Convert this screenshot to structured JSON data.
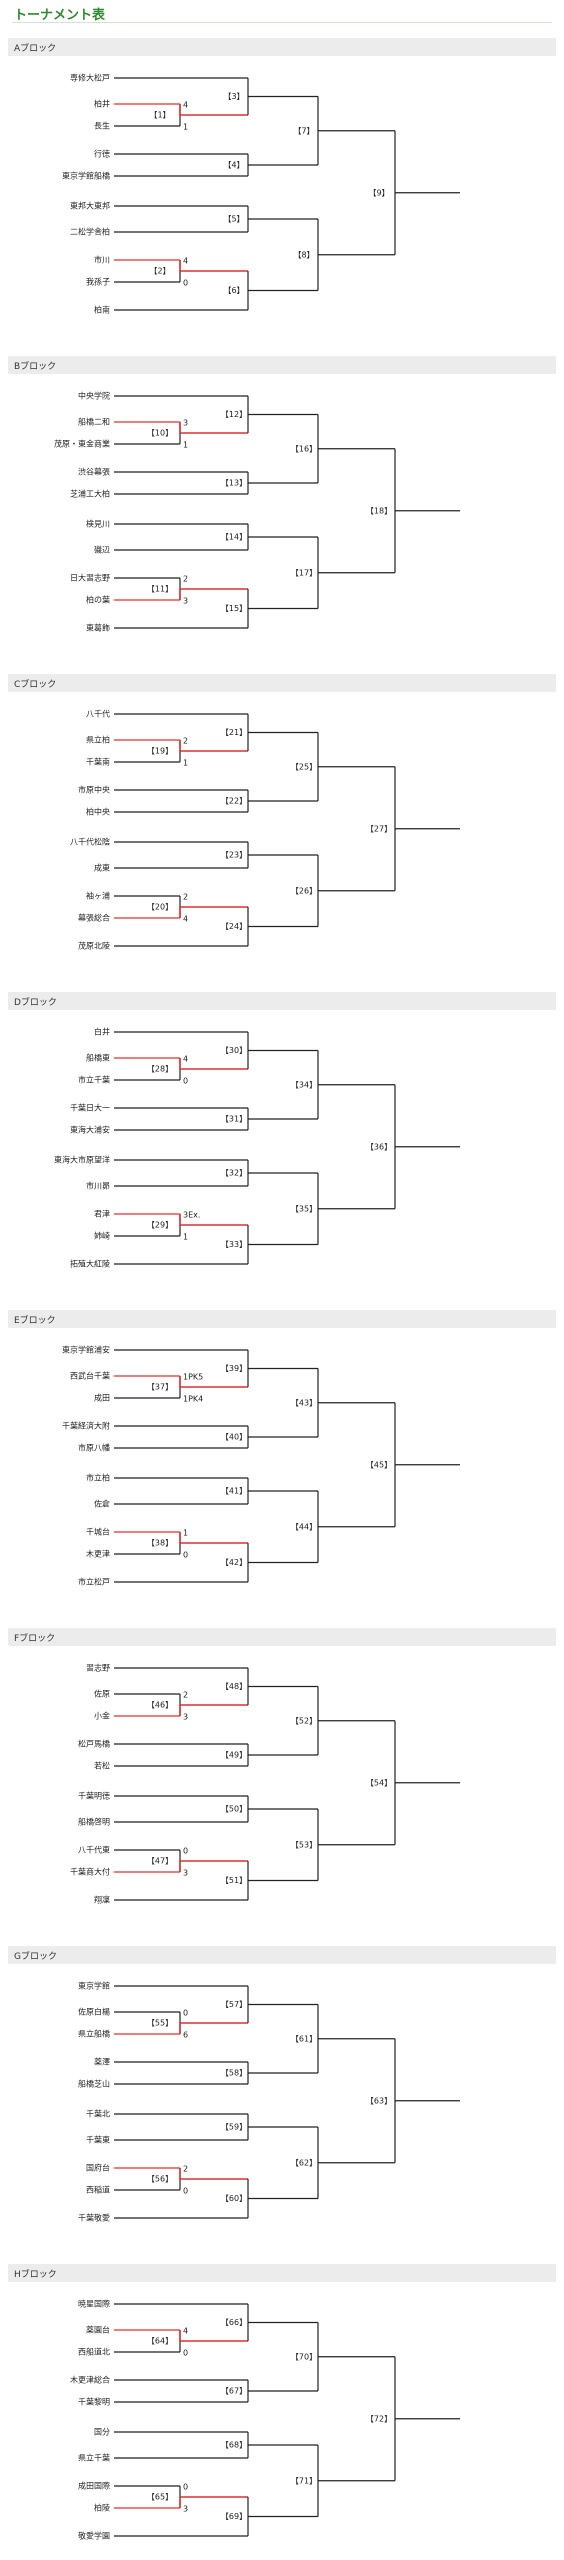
{
  "title": "トーナメント表",
  "blocks": [
    {
      "name": "Aブロック",
      "teams": [
        "専修大松戸",
        "柏井",
        "長生",
        "行徳",
        "東京学館船橋",
        "東邦大東邦",
        "二松学舎柏",
        "市川",
        "我孫子",
        "柏南"
      ],
      "labels": [
        "【1】",
        "【2】",
        "【3】",
        "【4】",
        "【5】",
        "【6】",
        "【7】",
        "【8】",
        "【9】"
      ],
      "scores": [
        {
          "match": "【1】",
          "upper": "4",
          "lower": "1"
        },
        {
          "match": "【2】",
          "upper": "4",
          "lower": "0"
        }
      ],
      "winners": [
        "柏井",
        "市川"
      ]
    },
    {
      "name": "Bブロック",
      "teams": [
        "中央学院",
        "船橋二和",
        "茂原・東金商業",
        "渋谷幕張",
        "芝浦工大柏",
        "検見川",
        "磯辺",
        "日大習志野",
        "柏の葉",
        "東葛飾"
      ],
      "labels": [
        "【10】",
        "【11】",
        "【12】",
        "【13】",
        "【14】",
        "【15】",
        "【16】",
        "【17】",
        "【18】"
      ],
      "scores": [
        {
          "match": "【10】",
          "upper": "3",
          "lower": "1"
        },
        {
          "match": "【11】",
          "upper": "2",
          "lower": "3"
        }
      ],
      "winners": [
        "船橋二和",
        "柏の葉"
      ]
    },
    {
      "name": "Cブロック",
      "teams": [
        "八千代",
        "県立柏",
        "千葉南",
        "市原中央",
        "柏中央",
        "八千代松陰",
        "成東",
        "袖ヶ浦",
        "幕張総合",
        "茂原北陵"
      ],
      "labels": [
        "【19】",
        "【20】",
        "【21】",
        "【22】",
        "【23】",
        "【24】",
        "【25】",
        "【26】",
        "【27】"
      ],
      "scores": [
        {
          "match": "【19】",
          "upper": "2",
          "lower": "1"
        },
        {
          "match": "【20】",
          "upper": "2",
          "lower": "4"
        }
      ],
      "winners": [
        "県立柏",
        "幕張総合"
      ]
    },
    {
      "name": "Dブロック",
      "teams": [
        "白井",
        "船橋東",
        "市立千葉",
        "千葉日大一",
        "東海大浦安",
        "東海大市原望洋",
        "市川昴",
        "君津",
        "姉崎",
        "拓殖大紅陵"
      ],
      "labels": [
        "【28】",
        "【29】",
        "【30】",
        "【31】",
        "【32】",
        "【33】",
        "【34】",
        "【35】",
        "【36】"
      ],
      "scores": [
        {
          "match": "【28】",
          "upper": "4",
          "lower": "0"
        },
        {
          "match": "【29】",
          "upper": "3Ex.",
          "lower": "1"
        }
      ],
      "winners": [
        "船橋東",
        "君津"
      ]
    },
    {
      "name": "Eブロック",
      "teams": [
        "東京学館浦安",
        "西武台千葉",
        "成田",
        "千葉経済大附",
        "市原八幡",
        "市立柏",
        "佐倉",
        "千城台",
        "木更津",
        "市立松戸"
      ],
      "labels": [
        "【37】",
        "【38】",
        "【39】",
        "【40】",
        "【41】",
        "【42】",
        "【43】",
        "【44】",
        "【45】"
      ],
      "scores": [
        {
          "match": "【37】",
          "upper": "1PK5",
          "lower": "1PK4"
        },
        {
          "match": "【38】",
          "upper": "1",
          "lower": "0"
        }
      ],
      "winners": [
        "西武台千葉",
        "千城台"
      ]
    },
    {
      "name": "Fブロック",
      "teams": [
        "習志野",
        "佐原",
        "小金",
        "松戸馬橋",
        "若松",
        "千葉明徳",
        "船橋啓明",
        "八千代東",
        "千葉商大付",
        "翔凜"
      ],
      "labels": [
        "【46】",
        "【47】",
        "【48】",
        "【49】",
        "【50】",
        "【51】",
        "【52】",
        "【53】",
        "【54】"
      ],
      "scores": [
        {
          "match": "【46】",
          "upper": "2",
          "lower": "3"
        },
        {
          "match": "【47】",
          "upper": "0",
          "lower": "3"
        }
      ],
      "winners": [
        "小金",
        "千葉商大付"
      ]
    },
    {
      "name": "Gブロック",
      "teams": [
        "東京学館",
        "佐原白楊",
        "県立船橋",
        "薬澤",
        "船橋芝山",
        "千葉北",
        "千葉東",
        "国府台",
        "西稲道",
        "千葉敬愛"
      ],
      "labels": [
        "【55】",
        "【56】",
        "【57】",
        "【58】",
        "【59】",
        "【60】",
        "【61】",
        "【62】",
        "【63】"
      ],
      "scores": [
        {
          "match": "【55】",
          "upper": "0",
          "lower": "6"
        },
        {
          "match": "【56】",
          "upper": "2",
          "lower": "0"
        }
      ],
      "winners": [
        "県立船橋",
        "国府台"
      ]
    },
    {
      "name": "Hブロック",
      "teams": [
        "暁星国際",
        "薬園台",
        "西船道北",
        "木更津総合",
        "千葉黎明",
        "国分",
        "県立千葉",
        "成田国際",
        "柏陵",
        "敬愛学園"
      ],
      "labels": [
        "【64】",
        "【65】",
        "【66】",
        "【67】",
        "【68】",
        "【69】",
        "【70】",
        "【71】",
        "【72】"
      ],
      "scores": [
        {
          "match": "【64】",
          "upper": "4",
          "lower": "0"
        },
        {
          "match": "【65】",
          "upper": "0",
          "lower": "3"
        }
      ],
      "winners": [
        "薬園台",
        "柏陵"
      ]
    }
  ],
  "colors": {
    "bracket_line": "#222222",
    "winner_line": "#d93030",
    "title": "#2d8a2d",
    "header_bg": "#ececec"
  }
}
